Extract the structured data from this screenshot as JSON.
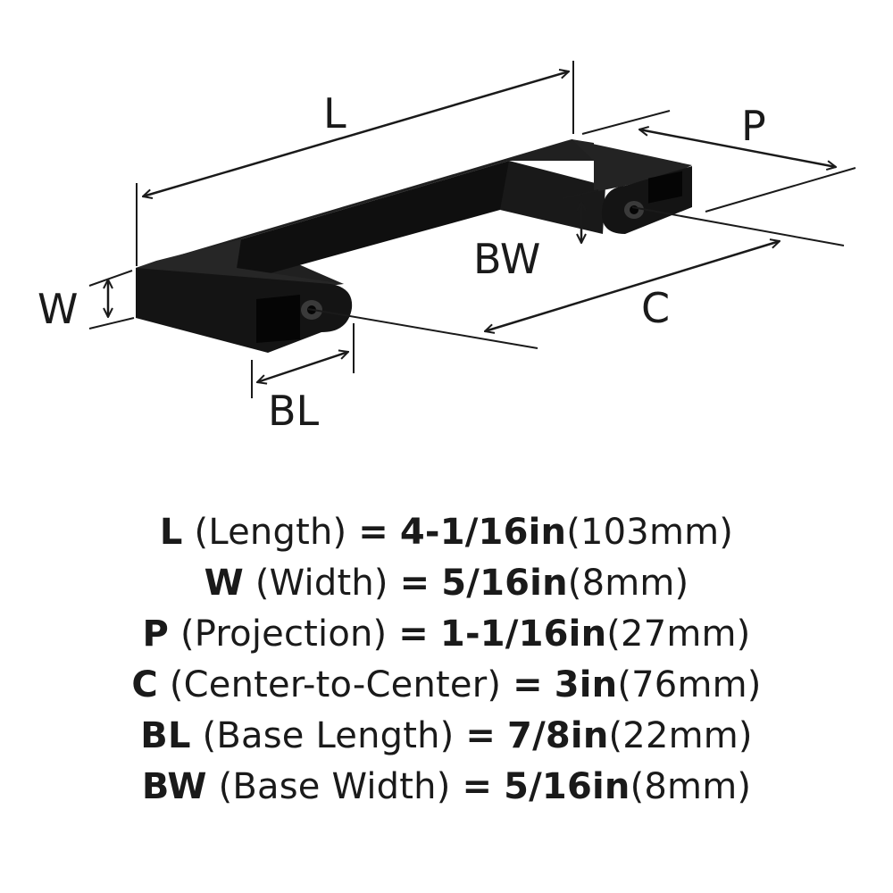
{
  "diagram": {
    "labels": {
      "L": "L",
      "P": "P",
      "W": "W",
      "BW": "BW",
      "C": "C",
      "BL": "BL"
    },
    "product_color": "#141414"
  },
  "specs": [
    {
      "symbol": "L",
      "description": "(Length)",
      "equals": "=",
      "imperial": "4-1/16in",
      "metric": "(103mm)"
    },
    {
      "symbol": "W",
      "description": "(Width)",
      "equals": "=",
      "imperial": "5/16in",
      "metric": "(8mm)"
    },
    {
      "symbol": "P",
      "description": "(Projection)",
      "equals": "=",
      "imperial": "1-1/16in",
      "metric": "(27mm)"
    },
    {
      "symbol": "C",
      "description": "(Center-to-Center)",
      "equals": "=",
      "imperial": "3in",
      "metric": "(76mm)"
    },
    {
      "symbol": "BL",
      "description": "(Base Length)",
      "equals": "=",
      "imperial": "7/8in",
      "metric": "(22mm)"
    },
    {
      "symbol": "BW",
      "description": "(Base Width)",
      "equals": "=",
      "imperial": "5/16in",
      "metric": "(8mm)"
    }
  ]
}
